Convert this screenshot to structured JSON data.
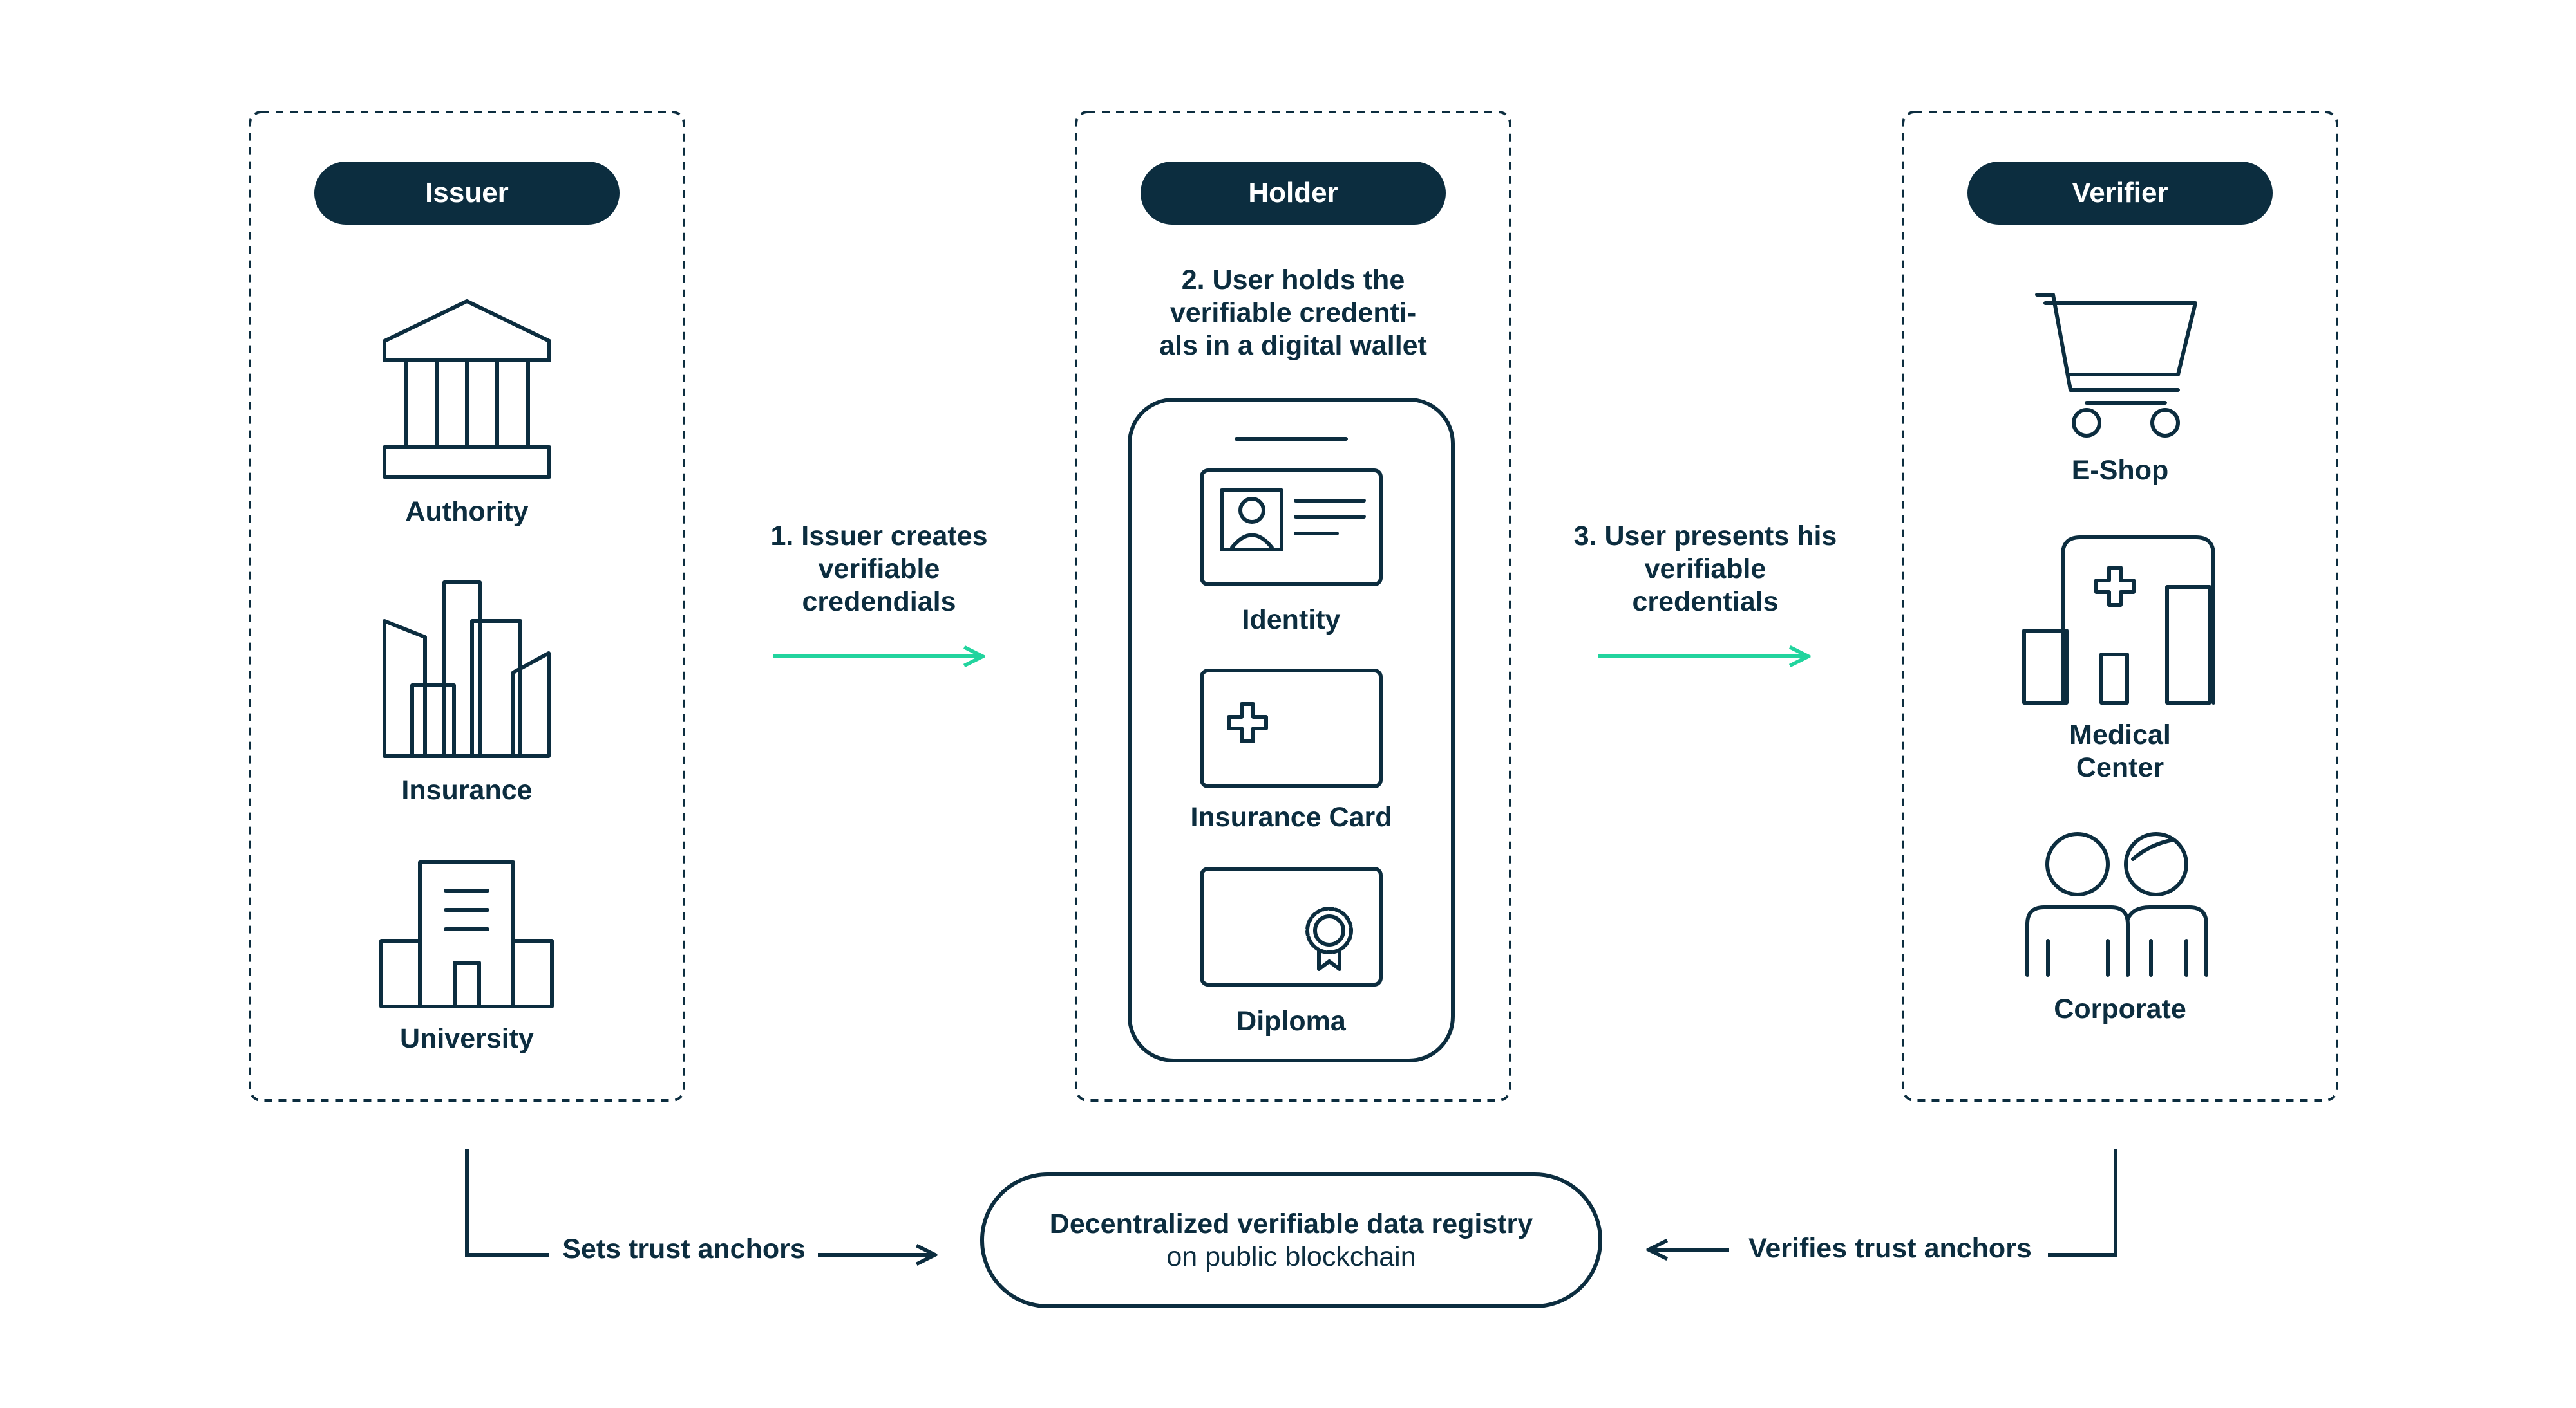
{
  "colors": {
    "ink": "#0c2d3f",
    "accent": "#22d49e",
    "background": "#ffffff"
  },
  "issuer": {
    "title": "Issuer",
    "items": [
      {
        "label": "Authority",
        "icon": "authority-building-icon"
      },
      {
        "label": "Insurance",
        "icon": "insurance-buildings-icon"
      },
      {
        "label": "University",
        "icon": "university-building-icon"
      }
    ]
  },
  "holder": {
    "title": "Holder",
    "description": [
      "2. User holds the",
      "verifiable credenti-",
      "als in a digital wallet"
    ],
    "wallet_items": [
      {
        "label": "Identity",
        "icon": "id-card-icon"
      },
      {
        "label": "Insurance Card",
        "icon": "insurance-card-icon"
      },
      {
        "label": "Diploma",
        "icon": "diploma-icon"
      }
    ]
  },
  "verifier": {
    "title": "Verifier",
    "items": [
      {
        "label": "E-Shop",
        "icon": "shopping-cart-icon"
      },
      {
        "label_lines": [
          "Medical",
          "Center"
        ],
        "icon": "medical-center-icon"
      },
      {
        "label": "Corporate",
        "icon": "people-icon"
      }
    ]
  },
  "flows": {
    "issue": [
      "1. Issuer creates",
      "verifiable",
      "credendials"
    ],
    "present": [
      "3. User presents his",
      "verifiable",
      "credentials"
    ]
  },
  "registry": {
    "title": "Decentralized verifiable data registry",
    "subtitle": "on public blockchain",
    "sets_label": "Sets trust anchors",
    "verifies_label": "Verifies trust anchors"
  }
}
